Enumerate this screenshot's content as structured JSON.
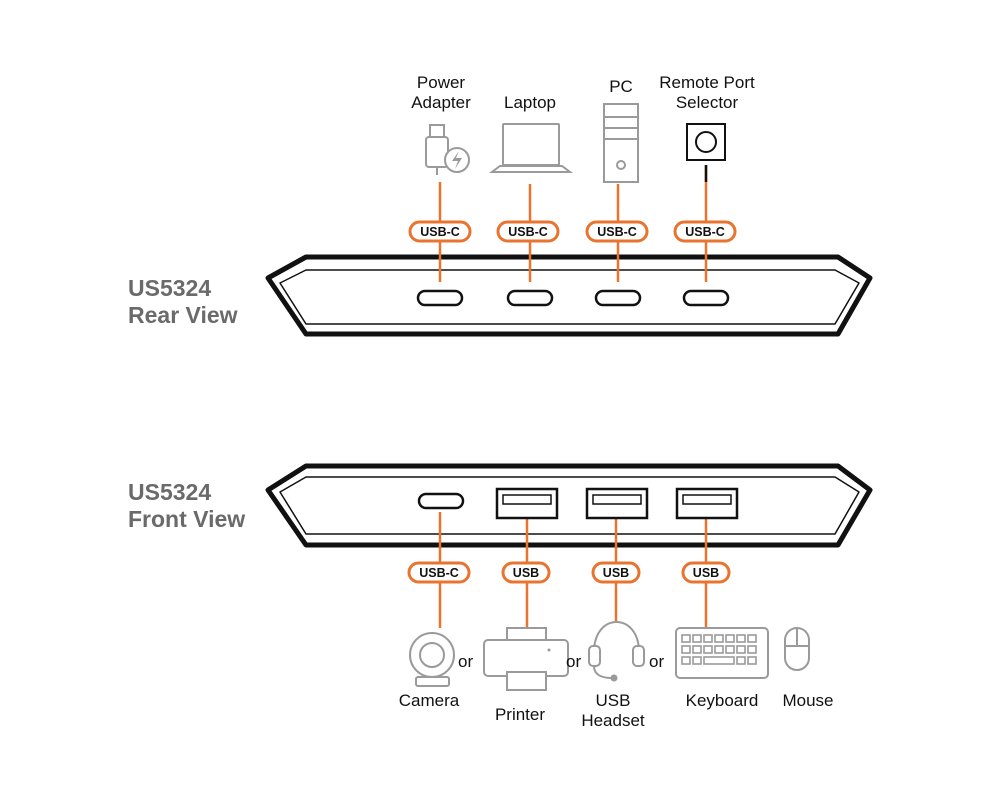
{
  "colors": {
    "accent": "#e8742f",
    "device_gray": "#9a9a9a",
    "outline": "#111111",
    "label_gray": "#6a6a6a"
  },
  "rear": {
    "model": "US5324",
    "view": "Rear View",
    "devices": [
      {
        "label": [
          "Power",
          "Adapter"
        ],
        "icon": "power-adapter-icon",
        "connector": "USB-C"
      },
      {
        "label": [
          "Laptop"
        ],
        "icon": "laptop-icon",
        "connector": "USB-C"
      },
      {
        "label": [
          "PC"
        ],
        "icon": "pc-tower-icon",
        "connector": "USB-C"
      },
      {
        "label": [
          "Remote Port",
          "Selector"
        ],
        "icon": "remote-port-selector-icon",
        "connector": "USB-C"
      }
    ]
  },
  "front": {
    "model": "US5324",
    "view": "Front View",
    "ports": [
      {
        "connector": "USB-C",
        "icon": "usb-c-port-icon"
      },
      {
        "connector": "USB",
        "icon": "usb-a-port-icon"
      },
      {
        "connector": "USB",
        "icon": "usb-a-port-icon"
      },
      {
        "connector": "USB",
        "icon": "usb-a-port-icon"
      }
    ],
    "devices": [
      {
        "label": [
          "Camera"
        ],
        "icon": "camera-icon"
      },
      {
        "label": [
          "Printer"
        ],
        "icon": "printer-icon"
      },
      {
        "label": [
          "USB",
          "Headset"
        ],
        "icon": "headset-icon"
      },
      {
        "label": [
          "Keyboard"
        ],
        "icon": "keyboard-icon"
      },
      {
        "label": [
          "Mouse"
        ],
        "icon": "mouse-icon"
      }
    ],
    "or_text": "or"
  }
}
